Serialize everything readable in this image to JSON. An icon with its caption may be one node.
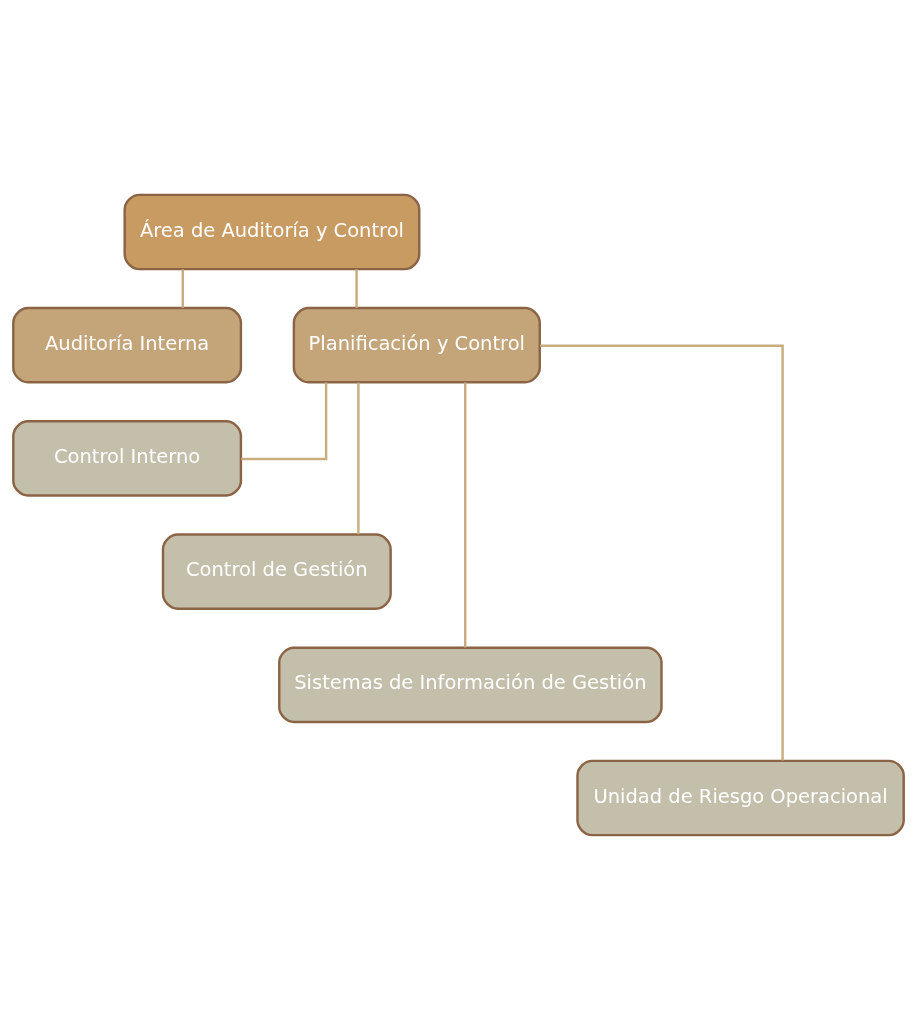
{
  "diagram": {
    "nodes": [
      {
        "text": [
          "Área de Auditoría y Control"
        ]
      },
      {
        "text": [
          "Auditoría Interna"
        ]
      },
      {
        "text": [
          "Planificación y Control"
        ]
      },
      {
        "text": [
          "Control Interno"
        ]
      },
      {
        "text": [
          "Control de Gestión"
        ]
      },
      {
        "text": [
          "Sistemas de Información de Gestión"
        ]
      },
      {
        "text": [
          "Unidad de Riesgo Operacional"
        ]
      }
    ],
    "edges": [
      {
        "from": 0,
        "to": 1,
        "arrow": "none"
      },
      {
        "from": 0,
        "to": 2,
        "arrow": "none"
      },
      {
        "from": 2,
        "to": 3,
        "arrow": "none"
      },
      {
        "from": 2,
        "to": 4,
        "arrow": "none"
      },
      {
        "from": 2,
        "to": 5,
        "arrow": "none"
      },
      {
        "from": 2,
        "to": 6,
        "arrow": "none"
      }
    ]
  }
}
